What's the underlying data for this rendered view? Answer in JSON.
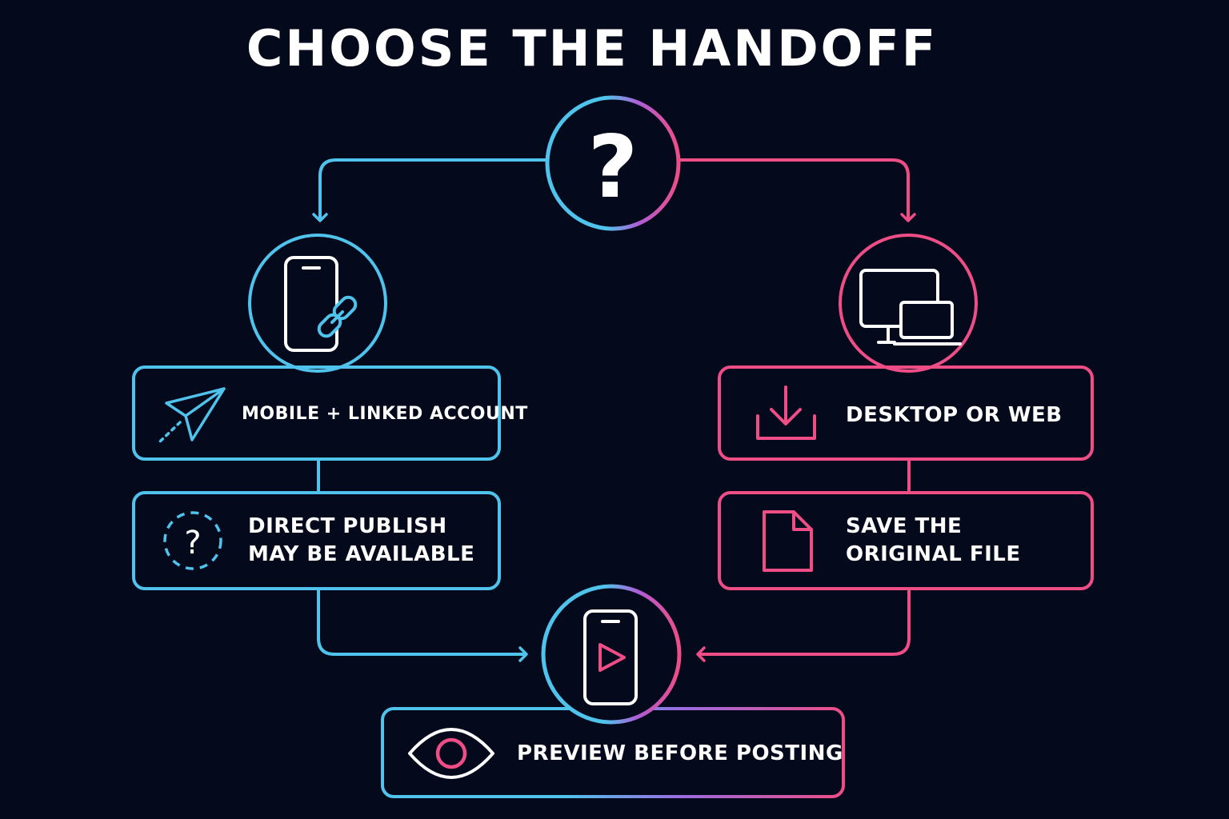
{
  "title": "CHOOSE THE HANDOFF",
  "colors": {
    "background": "#040a1c",
    "cyan": "#4fc3ec",
    "pink": "#ee4d86",
    "text": "#ffffff"
  },
  "center_node": {
    "icon": "question-mark-icon",
    "symbol": "?"
  },
  "left_branch": {
    "node_icon": "phone-link-icon",
    "box1": {
      "icon": "paper-plane-icon",
      "label": "MOBILE + LINKED ACCOUNT"
    },
    "box2": {
      "icon": "dashed-question-icon",
      "symbol": "?",
      "line1": "DIRECT PUBLISH",
      "line2": "MAY BE AVAILABLE"
    }
  },
  "right_branch": {
    "node_icon": "desktop-laptop-icon",
    "box1": {
      "icon": "download-icon",
      "label": "DESKTOP OR WEB"
    },
    "box2": {
      "icon": "file-icon",
      "line1": "SAVE THE",
      "line2": "ORIGINAL FILE"
    }
  },
  "bottom": {
    "node_icon": "phone-play-icon",
    "box": {
      "icon": "eye-icon",
      "label": "PREVIEW BEFORE POSTING"
    }
  }
}
